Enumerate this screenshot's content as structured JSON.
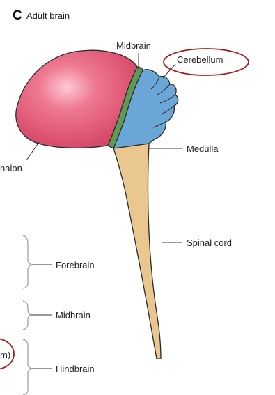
{
  "figure": {
    "panel_letter": "C",
    "panel_title": "Adult brain"
  },
  "regions": {
    "cerebrum_color": "#d94e6b",
    "midbrain_color": "#5f9a54",
    "cerebellum_color": "#6aa7d6",
    "brainstem_color": "#e9c78f",
    "outline_color": "#2a2a2a"
  },
  "labels": {
    "midbrain": "Midbrain",
    "cerebellum": "Cerebellum",
    "medulla": "Medulla",
    "telencephalon_partial": "halon",
    "spinal_cord": "Spinal cord"
  },
  "groups": {
    "forebrain": "Forebrain",
    "midbrain": "Midbrain",
    "hindbrain": "Hindbrain",
    "partial_left_text": "m)"
  },
  "highlight": {
    "color": "#a31b1b"
  }
}
